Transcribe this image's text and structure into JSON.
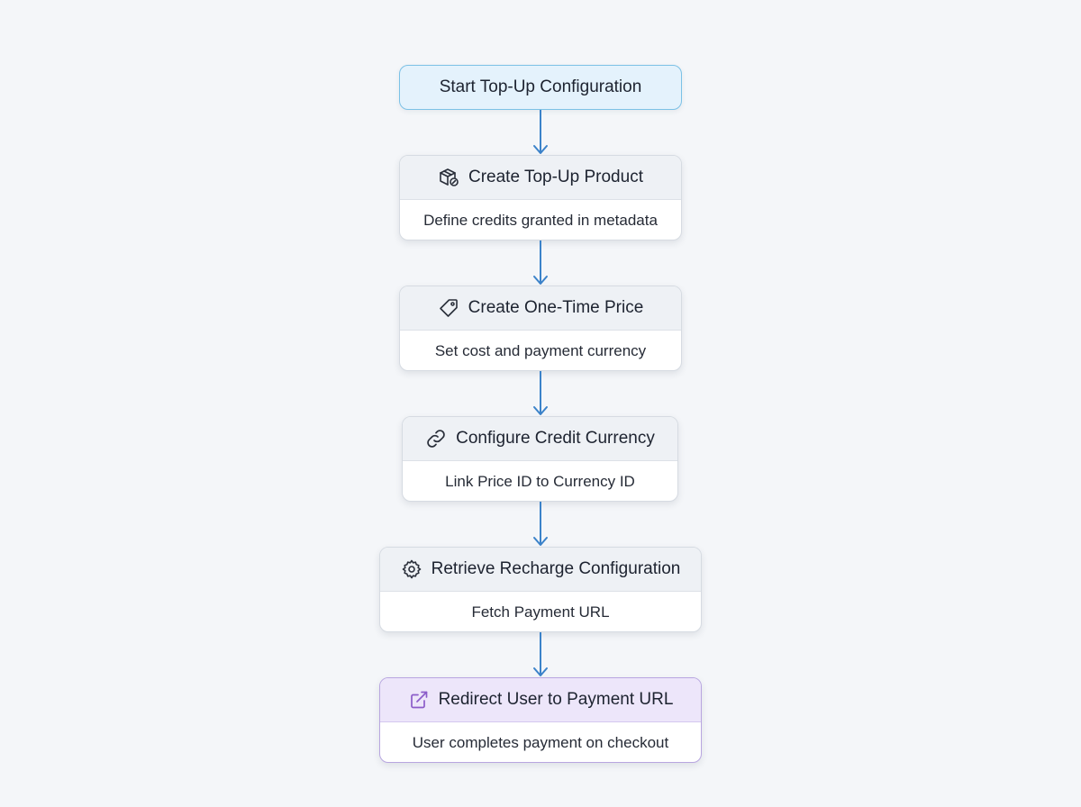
{
  "start": {
    "label": "Start Top-Up Configuration"
  },
  "steps": [
    {
      "title": "Create Top-Up Product",
      "description": "Define credits granted in metadata",
      "icon": "package-icon"
    },
    {
      "title": "Create One-Time Price",
      "description": "Set cost and payment currency",
      "icon": "tag-icon"
    },
    {
      "title": "Configure Credit Currency",
      "description": "Link Price ID to Currency ID",
      "icon": "link-icon"
    },
    {
      "title": "Retrieve Recharge Configuration",
      "description": "Fetch Payment URL",
      "icon": "gear-icon"
    },
    {
      "title": "Redirect User to Payment URL",
      "description": "User completes payment on checkout",
      "icon": "external-link-icon"
    }
  ],
  "colors": {
    "arrow": "#3b82c9",
    "start_fill": "#e4f2fc",
    "start_border": "#7cc1e6",
    "final_header": "#ede6fa",
    "final_icon": "#8b5cc9"
  }
}
